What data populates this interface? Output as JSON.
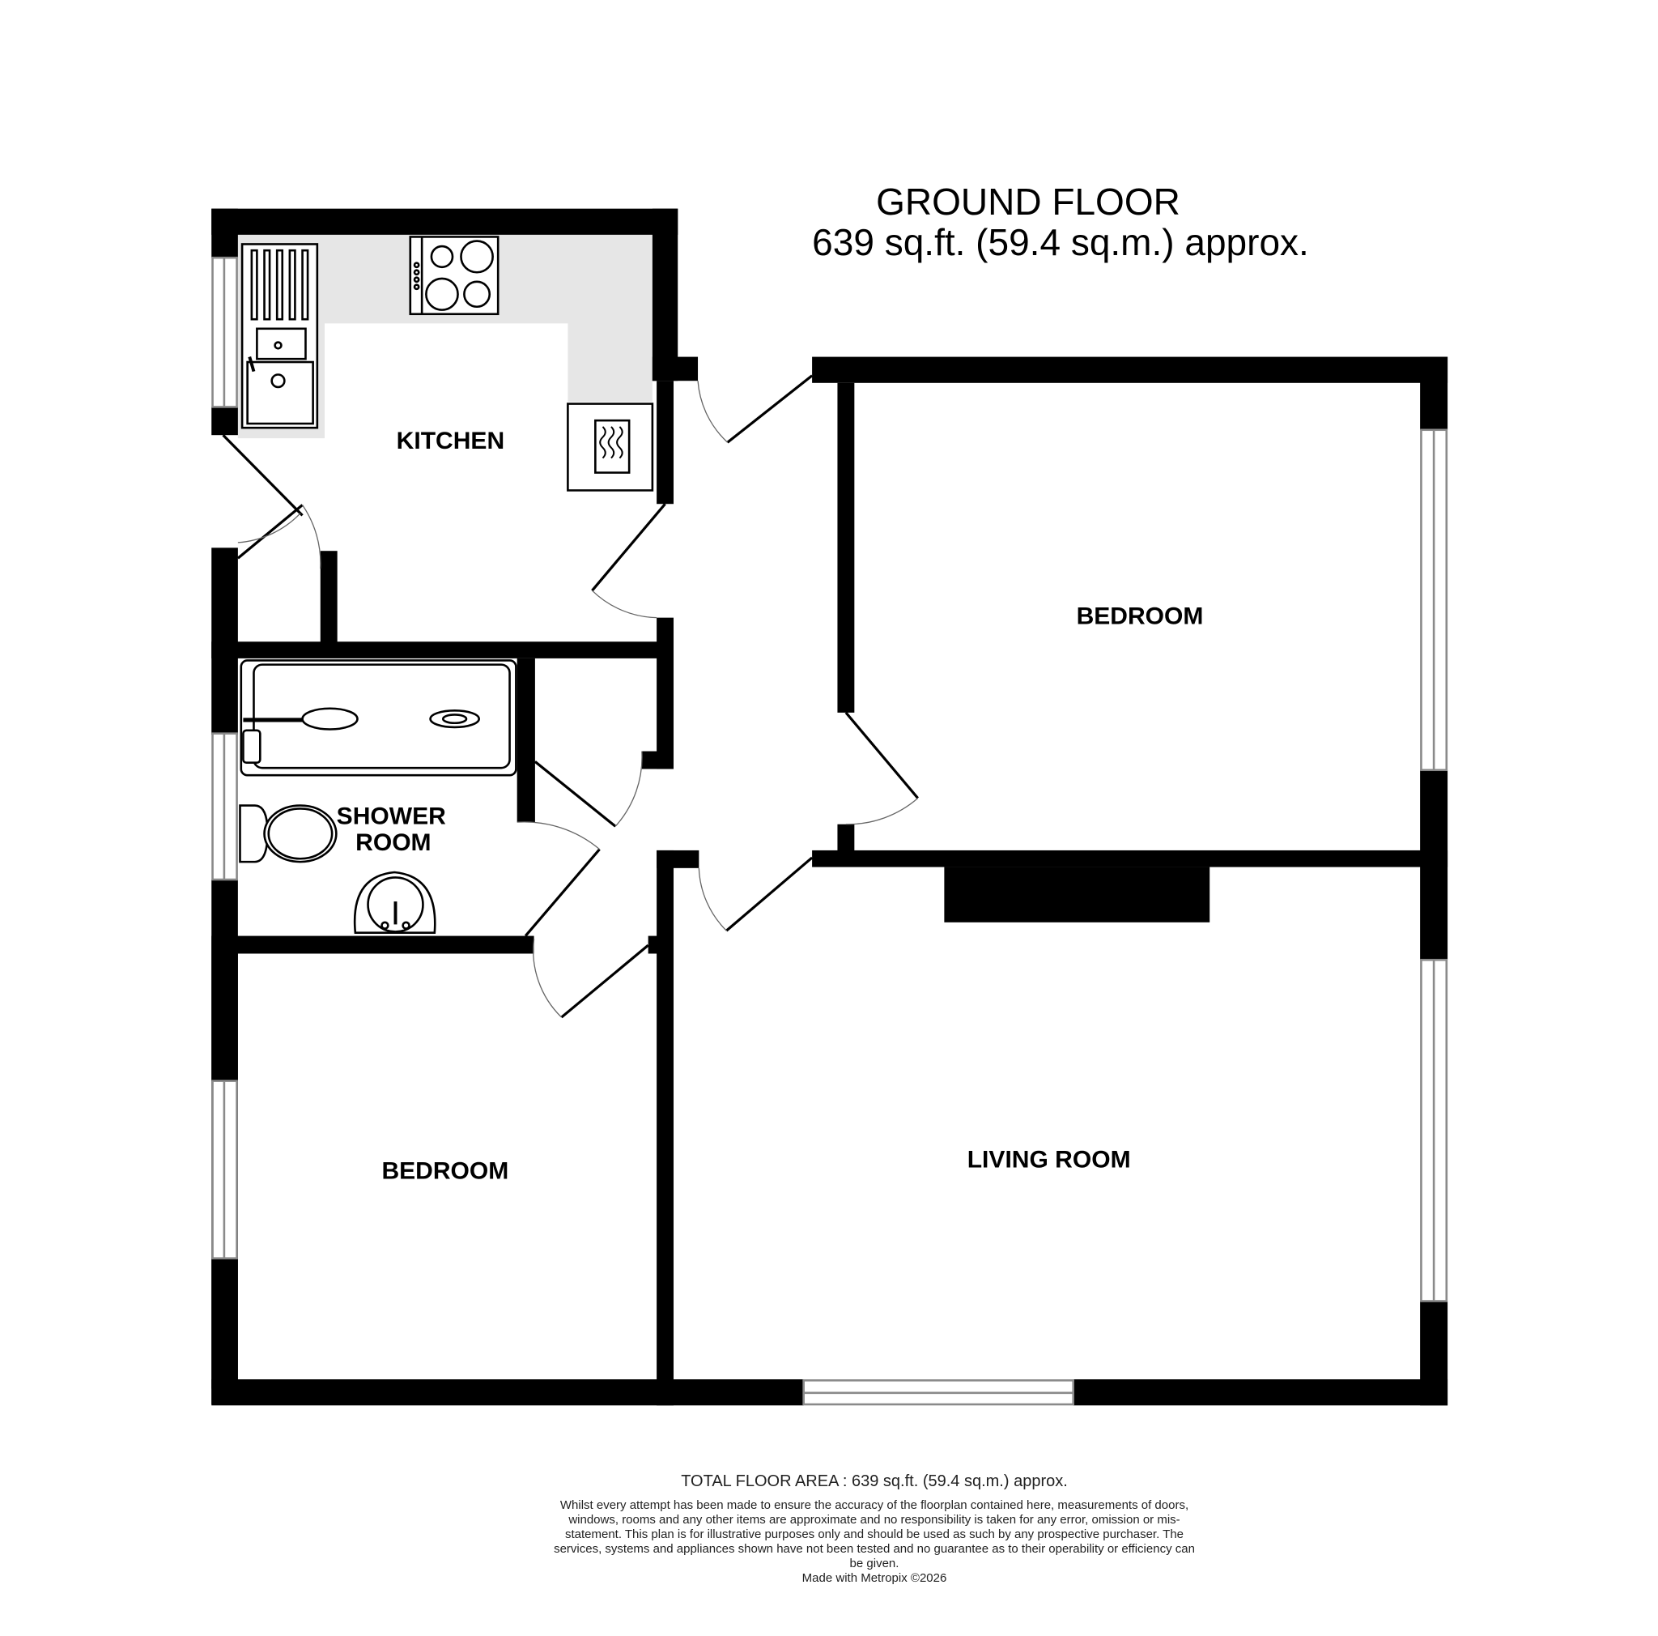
{
  "header": {
    "floor_name": "GROUND FLOOR",
    "floor_area": "639 sq.ft. (59.4 sq.m.) approx."
  },
  "rooms": {
    "kitchen": "KITCHEN",
    "bedroom_1": "BEDROOM",
    "shower_room_line1": "SHOWER",
    "shower_room_line2": "ROOM",
    "bedroom_2": "BEDROOM",
    "living_room": "LIVING ROOM"
  },
  "fixtures": [
    "sink-drainer",
    "hob",
    "microwave",
    "shower-tray",
    "toilet",
    "wash-basin",
    "fireplace"
  ],
  "colors": {
    "wall": "#000000",
    "worktop": "#e6e6e6",
    "window": "#8a8a8a",
    "background": "#ffffff"
  },
  "footer": {
    "total_area": "TOTAL FLOOR AREA : 639 sq.ft. (59.4 sq.m.) approx.",
    "disclaimer": "Whilst every attempt has been made to ensure the accuracy of the floorplan contained here, measurements of doors, windows, rooms and any other items are approximate and no responsibility is taken for any error, omission or mis-statement. This plan is for illustrative purposes only and should be used as such by any prospective purchaser. The services, systems and appliances shown have not been tested and no guarantee as to their operability or efficiency can be given.",
    "credit": "Made with Metropix ©2026"
  }
}
